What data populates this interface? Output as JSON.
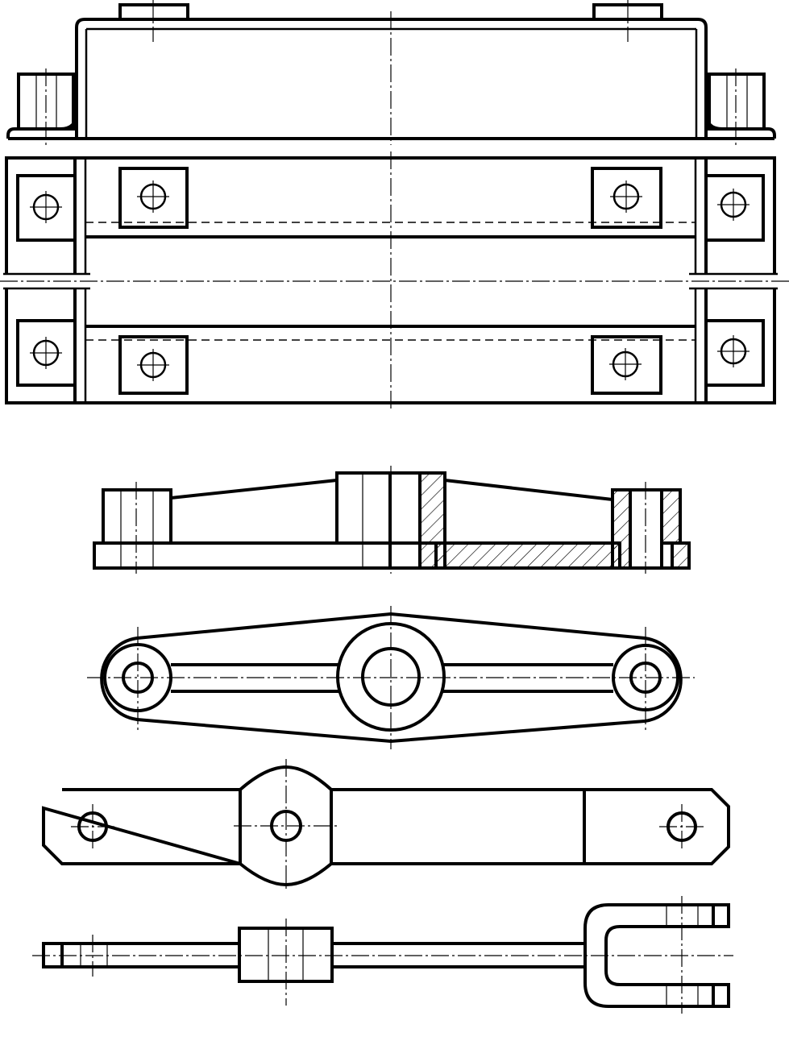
{
  "drawing": {
    "line_color": "#000000",
    "background": "#ffffff",
    "views": [
      "top-view",
      "side-section-view",
      "link-plate-view",
      "flat-bar-view",
      "fork-bar-view"
    ]
  }
}
